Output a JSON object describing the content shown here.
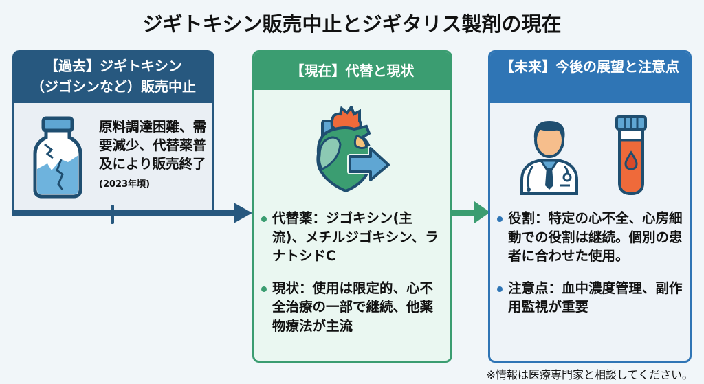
{
  "title": "ジギトキシン販売中止とジギタリス製剤の現在",
  "past": {
    "header": [
      "【過去】ジギトキシン",
      "（ジゴシンなど）販売中止"
    ],
    "icon": "broken-bottle-icon",
    "reason_main": "原料調達困難、需要減少、代替薬普及により販売終了",
    "reason_note": "(2023年頃)"
  },
  "present": {
    "header": "【現在】代替と現状",
    "icon": "heart-arrow-icon",
    "bullets": [
      "代替薬：ジゴキシン(主流)、メチルジゴキシン、ラナトシドC",
      "現状：使用は限定的、心不全治療の一部で継続、他薬物療法が主流"
    ]
  },
  "future": {
    "header": "【未来】今後の展望と注意点",
    "icons": [
      "doctor-icon",
      "blood-test-tube-icon"
    ],
    "bullets": [
      "役割：特定の心不全、心房細動での役割は継続。個別の患者に合わせた使用。",
      "注意点：血中濃度管理、副作用監視が重要"
    ]
  },
  "footnote": "※情報は医療専門家と相談してください。",
  "colors": {
    "past": "#27587f",
    "present": "#3b9d71",
    "future": "#2f75b5",
    "background": "#f1f6f9"
  }
}
